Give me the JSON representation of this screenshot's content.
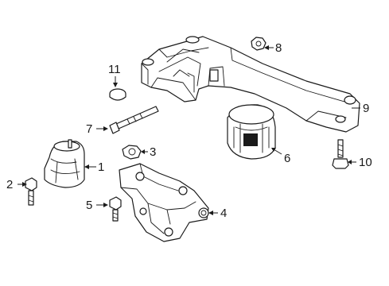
{
  "callouts": [
    {
      "id": "1",
      "label": "1",
      "part": "engine-mount"
    },
    {
      "id": "2",
      "label": "2",
      "part": "bolt"
    },
    {
      "id": "3",
      "label": "3",
      "part": "nut"
    },
    {
      "id": "4",
      "label": "4",
      "part": "engine-mount-bracket"
    },
    {
      "id": "5",
      "label": "5",
      "part": "bolt"
    },
    {
      "id": "6",
      "label": "6",
      "part": "transmission-mount"
    },
    {
      "id": "7",
      "label": "7",
      "part": "long-bolt"
    },
    {
      "id": "8",
      "label": "8",
      "part": "nut"
    },
    {
      "id": "9",
      "label": "9",
      "part": "transmission-crossmember"
    },
    {
      "id": "10",
      "label": "10",
      "part": "bolt"
    },
    {
      "id": "11",
      "label": "11",
      "part": "plug"
    }
  ]
}
